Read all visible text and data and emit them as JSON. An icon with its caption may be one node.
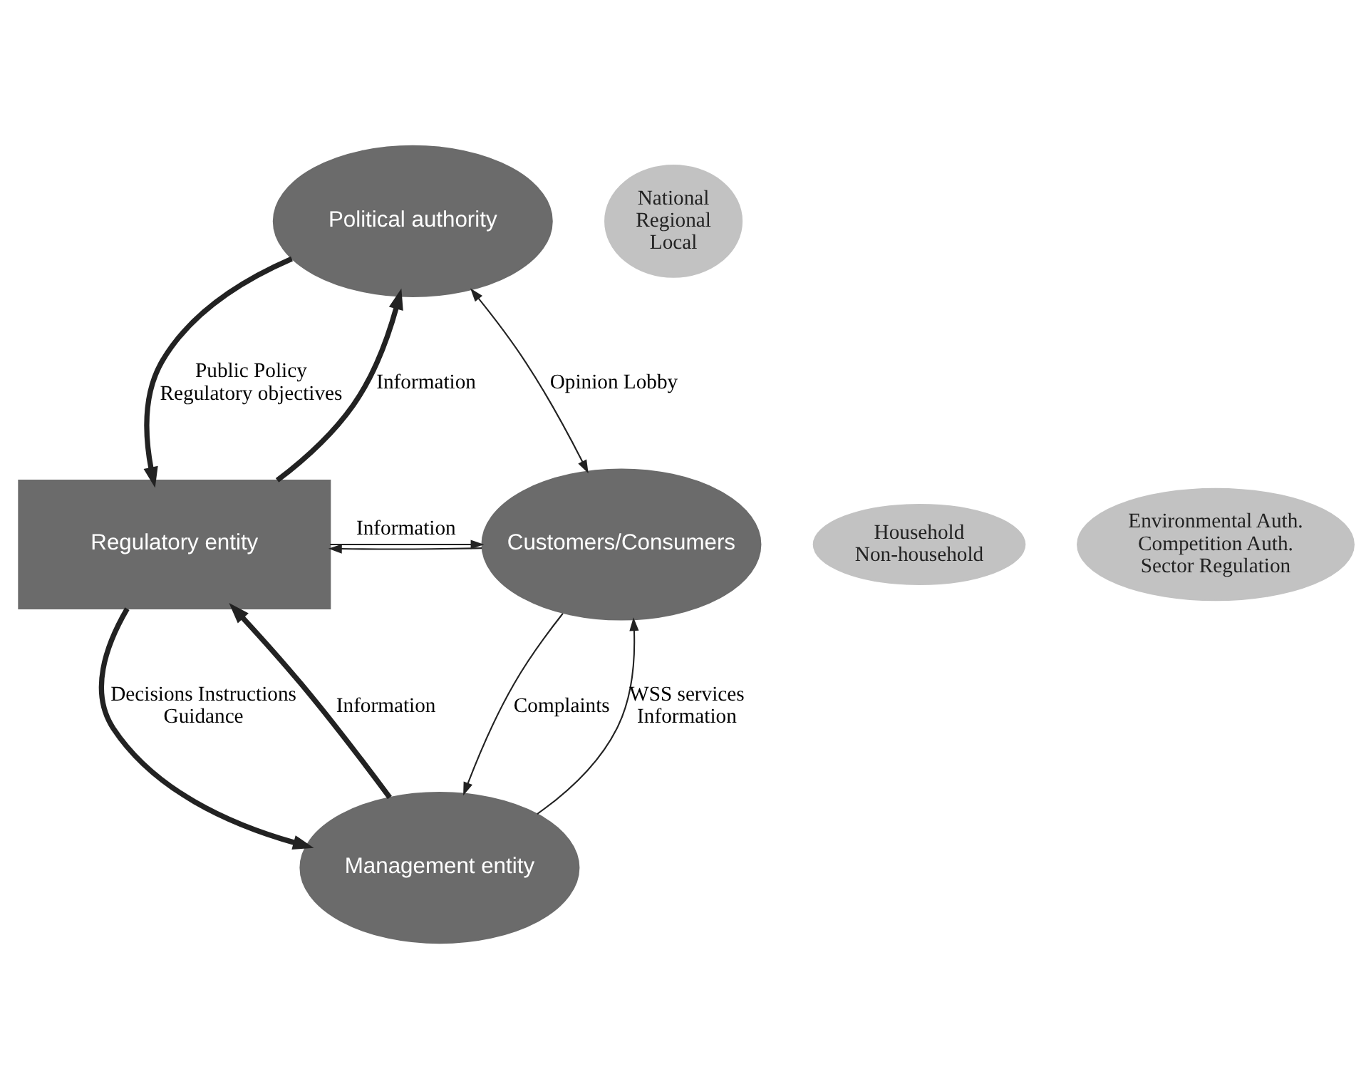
{
  "diagram": {
    "nodes": [
      {
        "text": [
          "Political authority"
        ]
      },
      {
        "text": [
          "National Regional Local"
        ]
      },
      {
        "text": [
          "Customers/Consumers"
        ]
      },
      {
        "text": [
          "Household Non-household"
        ]
      },
      {
        "text": [
          "Regulatory entity"
        ]
      },
      {
        "text": [
          "Environmental Auth. Competition Auth. Sector Regulation"
        ]
      },
      {
        "text": [
          "Management entity"
        ]
      }
    ],
    "edges": [
      {
        "from": 2,
        "to": 0,
        "arrow": "both",
        "label": "Opinion Lobby"
      },
      {
        "from": 4,
        "to": 0,
        "arrow": "to",
        "label": "Information",
        "style": "thick"
      },
      {
        "from": 0,
        "to": 4,
        "arrow": "to",
        "label": "Public Policy Regulatory objectives",
        "style": "thick"
      },
      {
        "from": 4,
        "to": 2,
        "arrow": "to",
        "label": "Information"
      },
      {
        "from": 2,
        "to": 4,
        "arrow": "to"
      },
      {
        "from": 4,
        "to": 6,
        "arrow": "to",
        "label": "Decisions Instructions Guidance",
        "style": "thick"
      },
      {
        "from": 6,
        "to": 4,
        "arrow": "to",
        "label": "Information",
        "style": "thick"
      },
      {
        "from": 2,
        "to": 6,
        "arrow": "to",
        "label": "Complaints"
      },
      {
        "from": 6,
        "to": 2,
        "arrow": "to",
        "label": "WSS services Information"
      }
    ]
  }
}
